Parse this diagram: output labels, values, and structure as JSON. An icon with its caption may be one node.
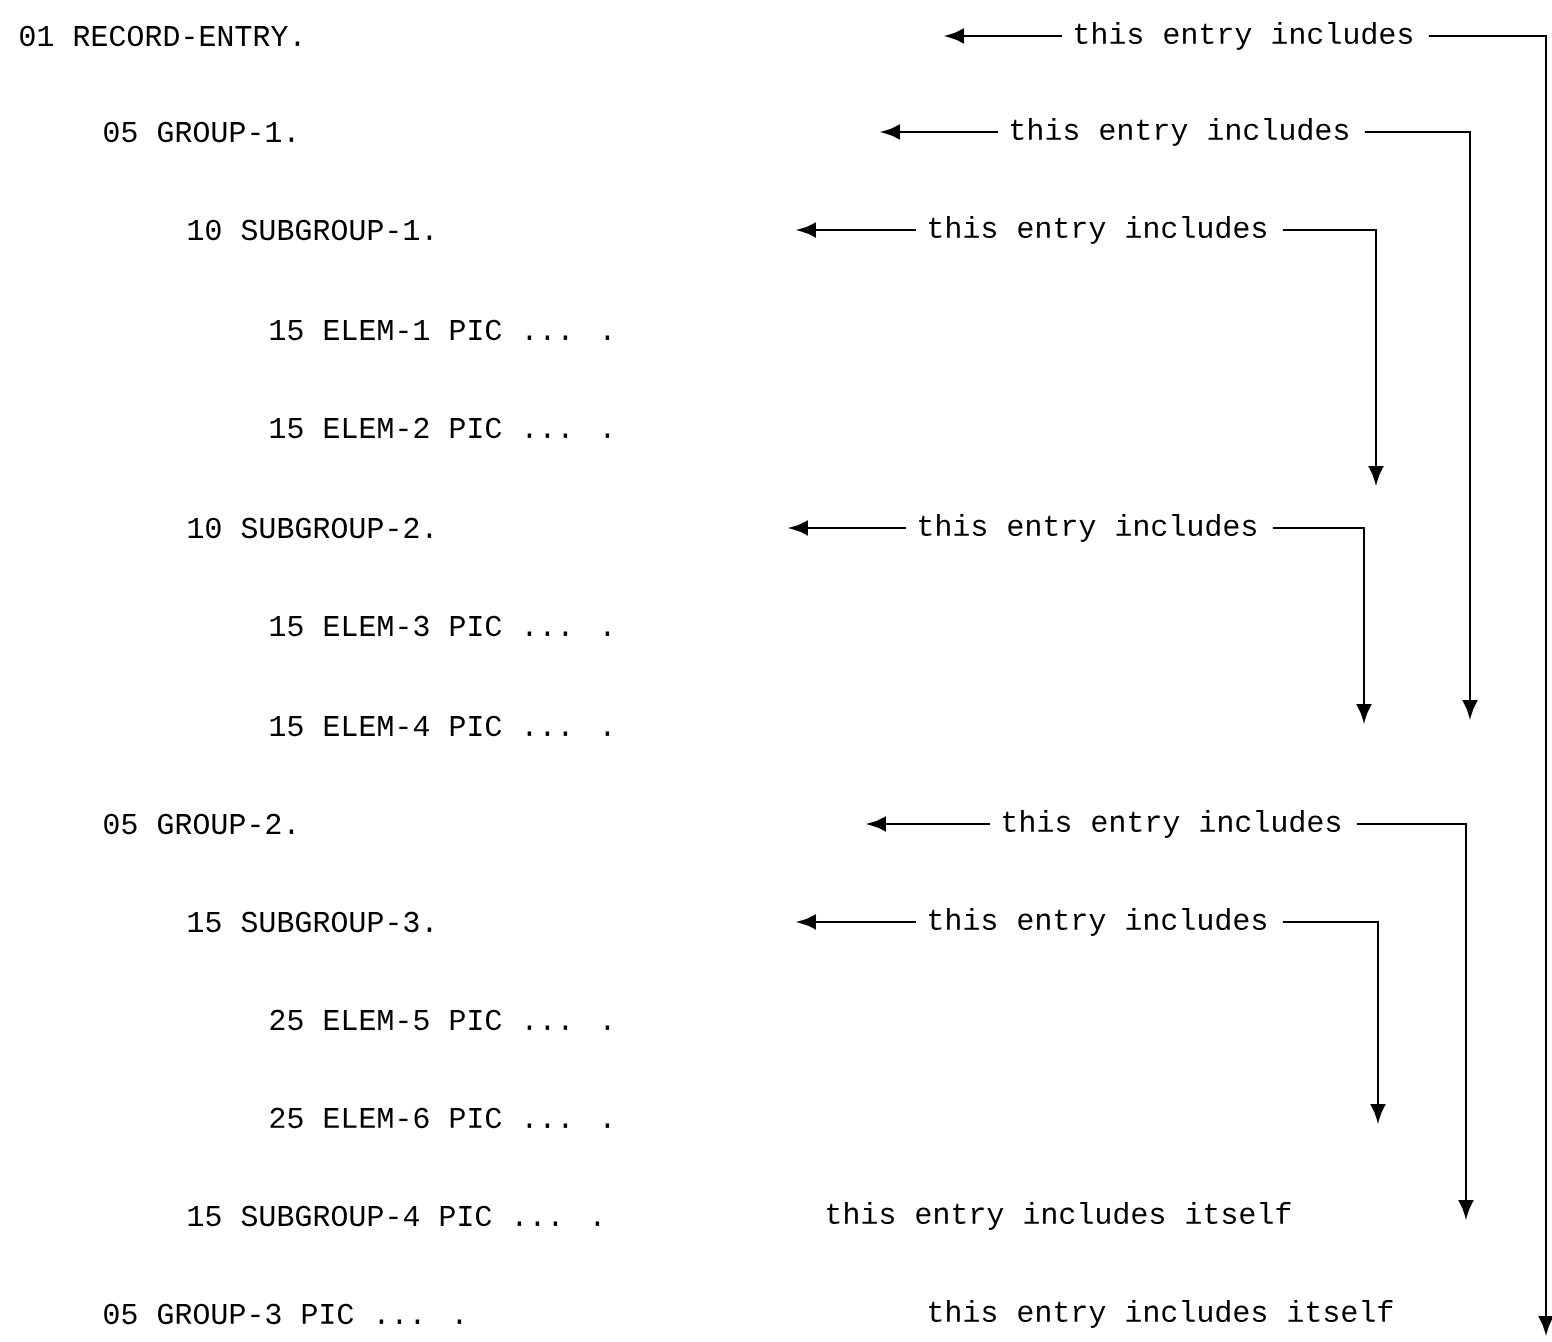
{
  "diagram": {
    "nodes": [
      {
        "text": [
          "01 RECORD-ENTRY."
        ]
      },
      {
        "text": [
          "05 GROUP-1."
        ]
      },
      {
        "text": [
          "10 SUBGROUP-1."
        ]
      },
      {
        "text": [
          "15 ELEM-1 PIC ... ."
        ]
      },
      {
        "text": [
          "15 ELEM-2 PIC ... ."
        ]
      },
      {
        "text": [
          "10 SUBGROUP-2."
        ]
      },
      {
        "text": [
          "15 ELEM-3 PIC ... ."
        ]
      },
      {
        "text": [
          "15 ELEM-4 PIC ... ."
        ]
      },
      {
        "text": [
          "05 GROUP-2."
        ]
      },
      {
        "text": [
          "15 SUBGROUP-3."
        ]
      },
      {
        "text": [
          "25 ELEM-5 PIC ... ."
        ]
      },
      {
        "text": [
          "25 ELEM-6 PIC ... ."
        ]
      },
      {
        "text": [
          "15 SUBGROUP-4 PIC ... ."
        ]
      },
      {
        "text": [
          "05 GROUP-3 PIC ... ."
        ]
      },
      {
        "text": [
          "this entry includes"
        ]
      },
      {
        "text": [
          "this entry includes"
        ]
      },
      {
        "text": [
          "this entry includes"
        ]
      },
      {
        "text": [
          "this entry includes"
        ]
      },
      {
        "text": [
          "this entry includes"
        ]
      },
      {
        "text": [
          "this entry includes"
        ]
      },
      {
        "text": [
          "this entry includes itself"
        ]
      },
      {
        "text": [
          "this entry includes itself"
        ]
      }
    ],
    "edges": [
      {
        "from": 14,
        "to": null,
        "arrow": "to"
      },
      {
        "from": 15,
        "to": null,
        "arrow": "to"
      },
      {
        "from": 16,
        "to": null,
        "arrow": "to"
      },
      {
        "from": 17,
        "to": null,
        "arrow": "to"
      },
      {
        "from": 18,
        "to": null,
        "arrow": "to"
      },
      {
        "from": 19,
        "to": null,
        "arrow": "to"
      },
      {
        "from": 14,
        "to": null,
        "arrow": "to"
      },
      {
        "from": 15,
        "to": null,
        "arrow": "to"
      },
      {
        "from": 16,
        "to": null,
        "arrow": "to"
      },
      {
        "from": 17,
        "to": null,
        "arrow": "to"
      },
      {
        "from": 18,
        "to": null,
        "arrow": "to"
      },
      {
        "from": 19,
        "to": null,
        "arrow": "to"
      }
    ]
  }
}
